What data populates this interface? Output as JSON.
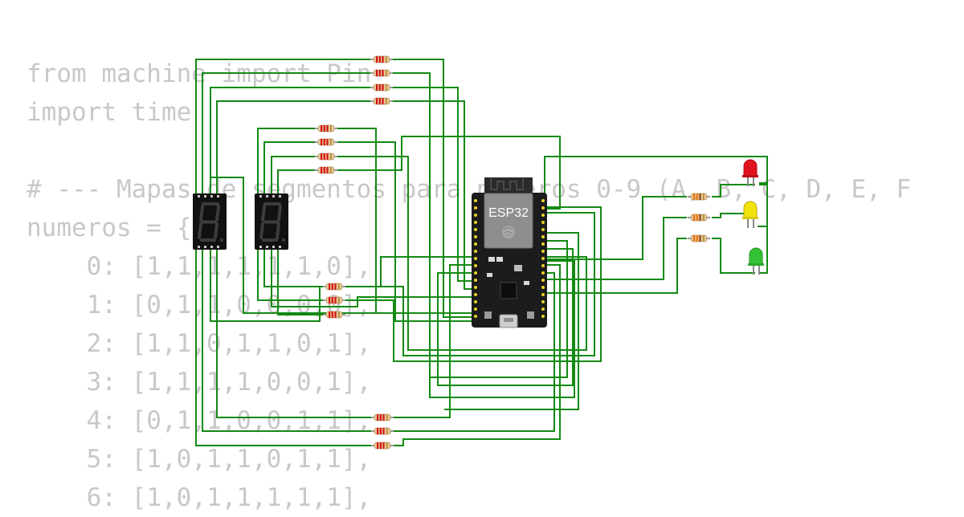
{
  "code_lines": [
    "from machine import Pin",
    "import time",
    "",
    "# --- Mapas de segmentos para números 0-9 (A, B, C, D, E, F",
    "numeros = {",
    "    0: [1,1,1,1,1,1,0],",
    "    1: [0,1,1,0,0,0,0],",
    "    2: [1,1,0,1,1,0,1],",
    "    3: [1,1,1,1,0,0,1],",
    "    4: [0,1,1,0,0,1,1],",
    "    5: [1,0,1,1,0,1,1],",
    "    6: [1,0,1,1,1,1,1],"
  ],
  "board": {
    "label": "ESP32"
  },
  "colors": {
    "wire": "#138a13",
    "code_text": "#c8c8c8",
    "board": "#1c1c1c",
    "led_red": "#e0141e",
    "led_yellow": "#f2e30f",
    "led_green": "#36c236"
  },
  "icons": [
    "esp32-logo-icon",
    "usb-port-icon"
  ]
}
